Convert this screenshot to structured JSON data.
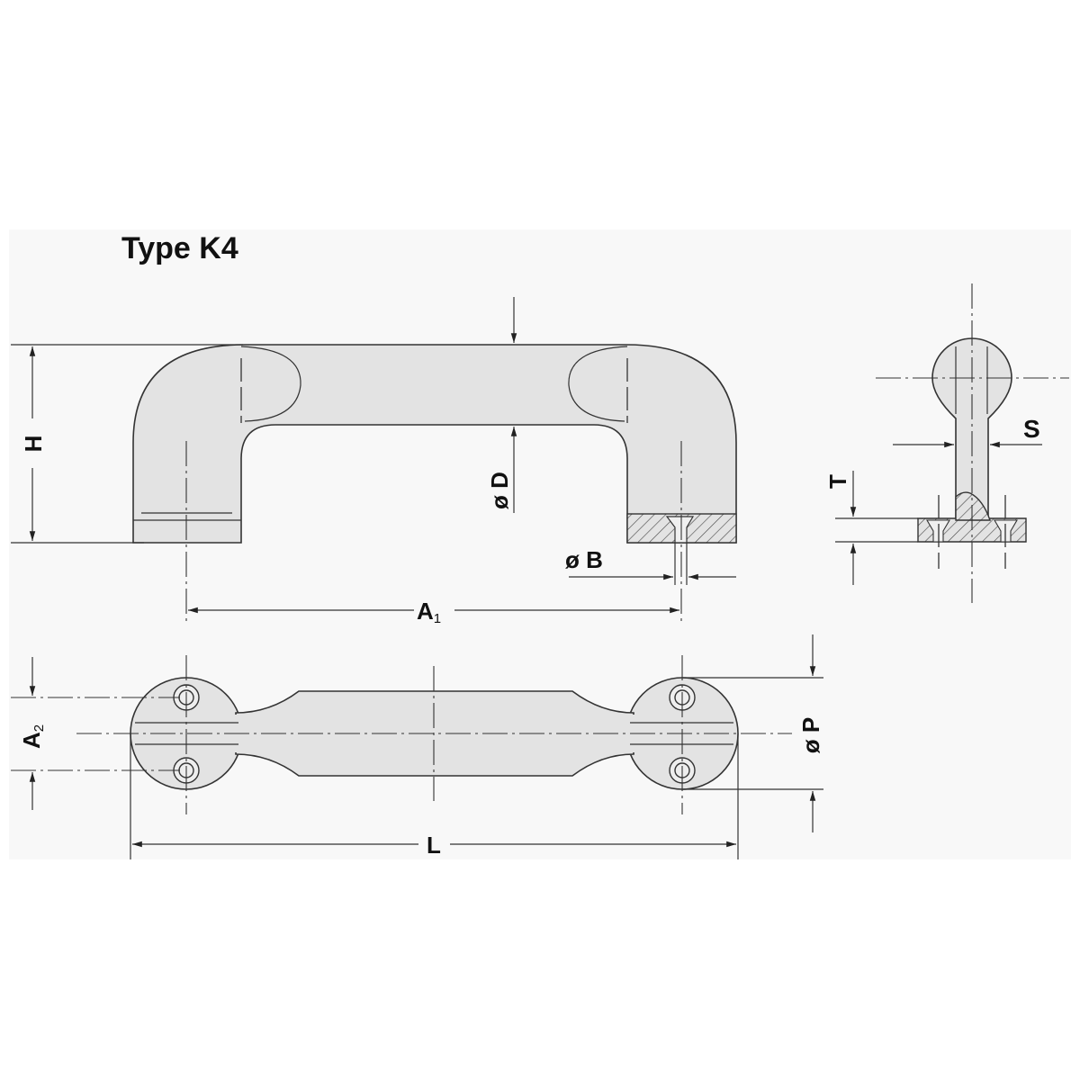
{
  "title": "Type K4",
  "labels": {
    "height": "H",
    "diameter_d": "ø D",
    "diameter_b": "ø B",
    "a1_main": "A",
    "a1_sub": "1",
    "a2_main": "A",
    "a2_sub": "2",
    "length": "L",
    "diameter_p": "ø P",
    "thickness": "T",
    "width_s": "S"
  },
  "colors": {
    "part_fill": "#e3e3e3",
    "line": "#333333",
    "background": "#f8f8f8"
  }
}
